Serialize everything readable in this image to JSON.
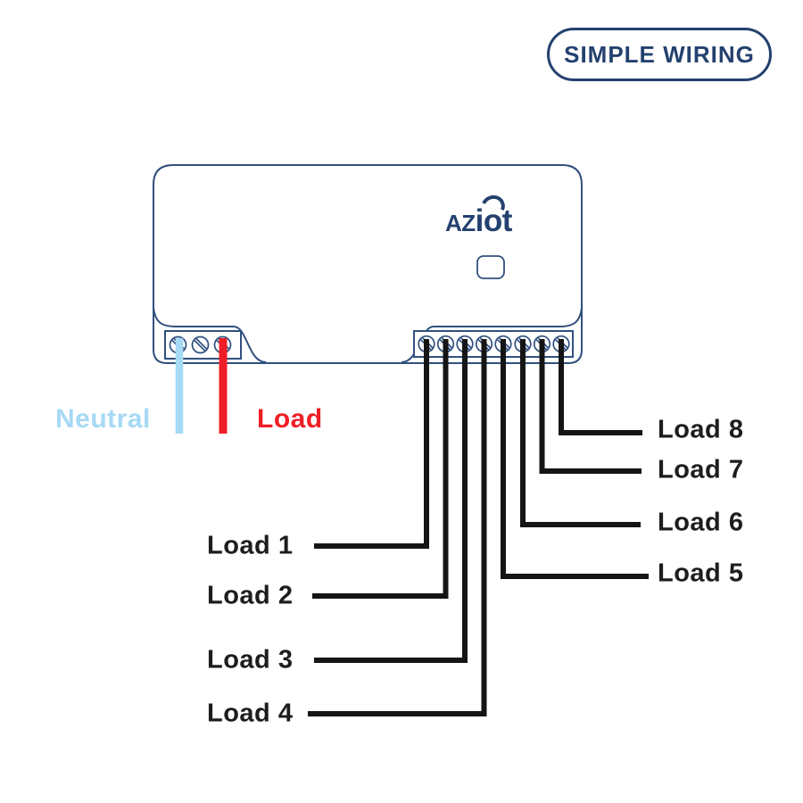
{
  "badge": {
    "label": "SIMPLE WIRING"
  },
  "device": {
    "brand": "AZiot",
    "logo_parts": {
      "az": "AZ",
      "i": "i",
      "o": "o",
      "t": "t"
    },
    "left_terminal_count": 3,
    "right_terminal_count": 8
  },
  "wiring": {
    "neutral": {
      "label": "Neutral",
      "color": "#a6d9f4"
    },
    "load_in": {
      "label": "Load",
      "color": "#ef1e26"
    },
    "loads": [
      {
        "label": "Load 1"
      },
      {
        "label": "Load 2"
      },
      {
        "label": "Load 3"
      },
      {
        "label": "Load 4"
      },
      {
        "label": "Load 5"
      },
      {
        "label": "Load 6"
      },
      {
        "label": "Load 7"
      },
      {
        "label": "Load 8"
      }
    ]
  },
  "colors": {
    "navy_text": "#24416f",
    "outline_navy": "#31507f",
    "wire_black": "#151515",
    "neutral_blue": "#a6d9f4",
    "load_red": "#ef1e26",
    "label_black": "#1d1d1f"
  }
}
